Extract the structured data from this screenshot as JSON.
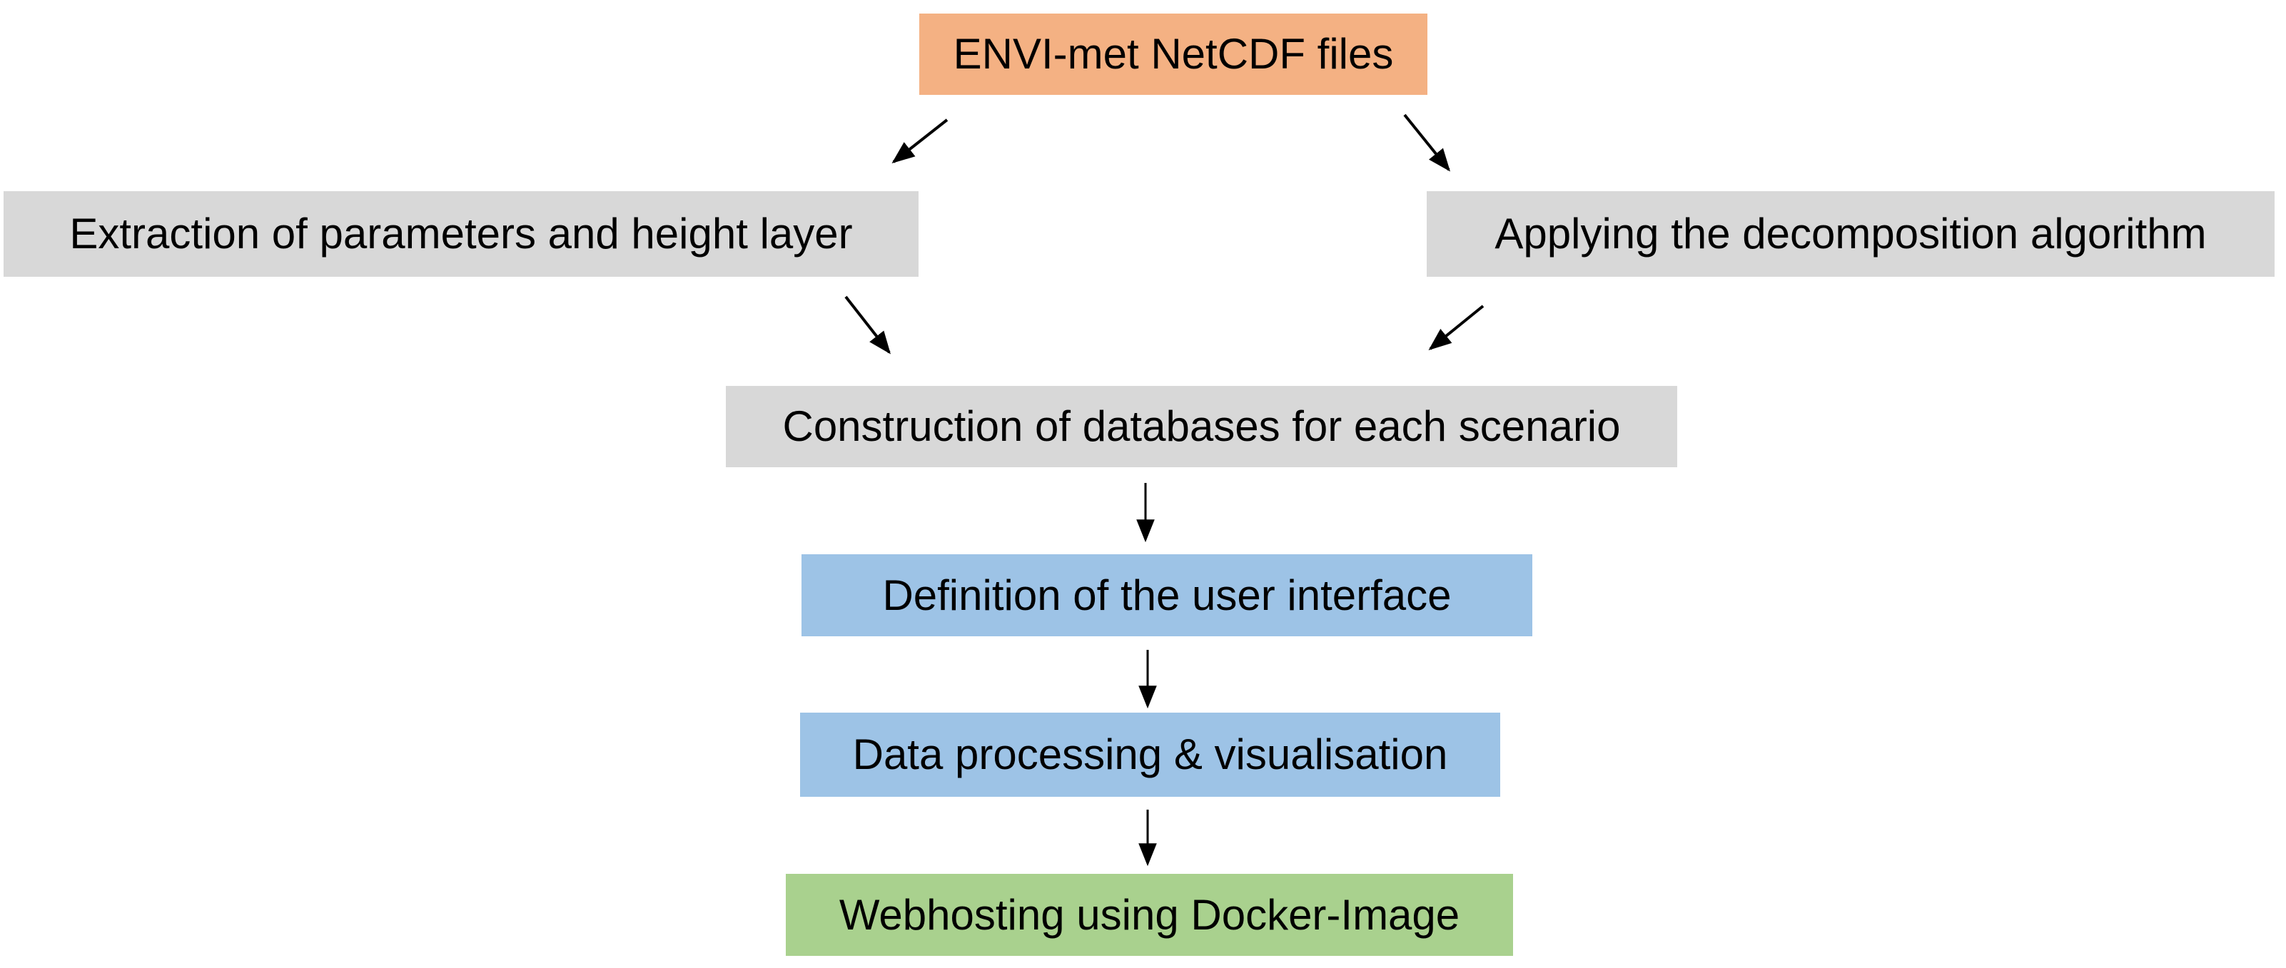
{
  "diagram": {
    "type": "flowchart",
    "background": "#FFFFFF",
    "text_color": "#000000",
    "arrow_color": "#000000",
    "nodes": [
      {
        "id": "netcdf",
        "label": "ENVI-met NetCDF files",
        "fill": "#F4B183"
      },
      {
        "id": "extraction",
        "label": "Extraction of parameters and height layer",
        "fill": "#D8D8D8"
      },
      {
        "id": "decomposition",
        "label": "Applying the decomposition algorithm",
        "fill": "#D8D8D8"
      },
      {
        "id": "databases",
        "label": "Construction of databases for each scenario",
        "fill": "#D8D8D8"
      },
      {
        "id": "ui",
        "label": "Definition of the user interface",
        "fill": "#9DC3E6"
      },
      {
        "id": "processing",
        "label": "Data processing & visualisation",
        "fill": "#9DC3E6"
      },
      {
        "id": "webhosting",
        "label": "Webhosting using Docker-Image",
        "fill": "#A9D18E"
      }
    ],
    "edges": [
      {
        "from": "netcdf",
        "to": "extraction"
      },
      {
        "from": "netcdf",
        "to": "decomposition"
      },
      {
        "from": "extraction",
        "to": "databases"
      },
      {
        "from": "decomposition",
        "to": "databases"
      },
      {
        "from": "databases",
        "to": "ui"
      },
      {
        "from": "ui",
        "to": "processing"
      },
      {
        "from": "processing",
        "to": "webhosting"
      }
    ]
  }
}
